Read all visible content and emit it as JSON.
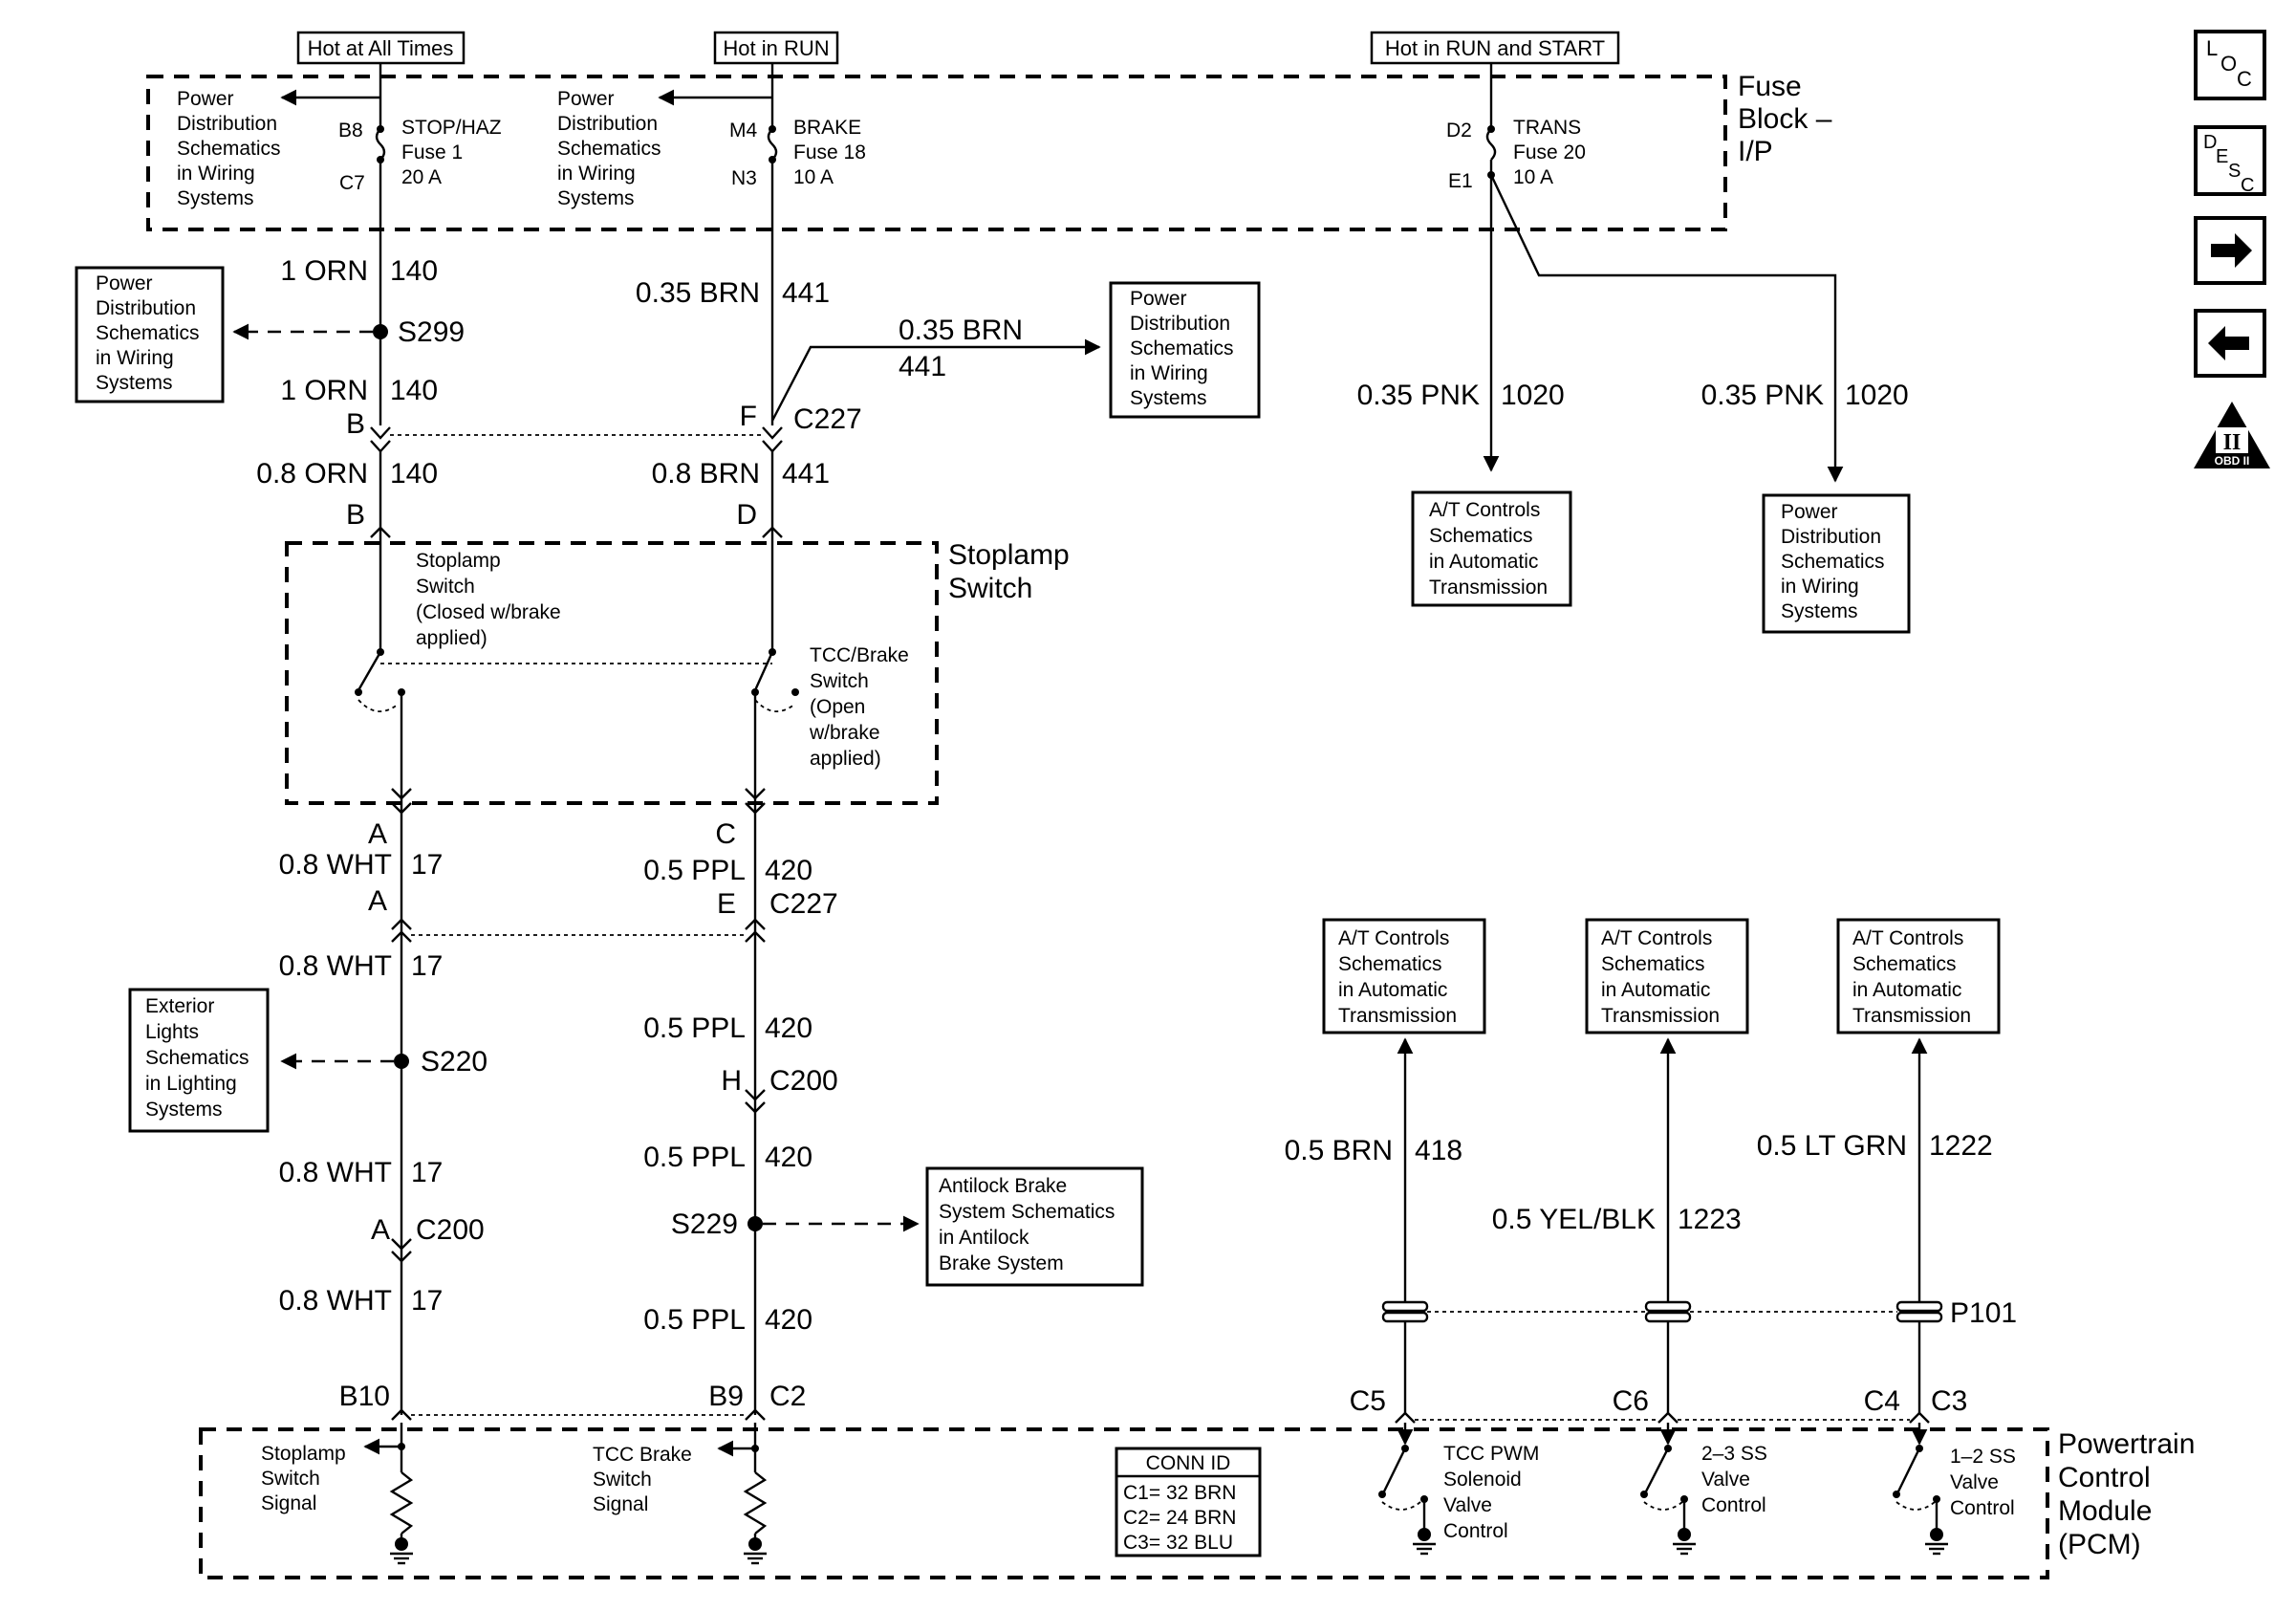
{
  "headers": {
    "hot_all": "Hot at All Times",
    "hot_run": "Hot in RUN",
    "hot_run_start": "Hot in RUN and START"
  },
  "fuse_block": {
    "l1": "Fuse",
    "l2": "Block –",
    "l3": "I/P"
  },
  "fuses": {
    "stop": {
      "top": "B8",
      "bot": "C7",
      "l1": "STOP/HAZ",
      "l2": "Fuse 1",
      "l3": "20 A"
    },
    "brake": {
      "top": "M4",
      "bot": "N3",
      "l1": "BRAKE",
      "l2": "Fuse 18",
      "l3": "10 A"
    },
    "trans": {
      "top": "D2",
      "bot": "E1",
      "l1": "TRANS",
      "l2": "Fuse 20",
      "l3": "10 A"
    }
  },
  "refs": {
    "pd_top_left": [
      "Power",
      "Distribution",
      "Schematics",
      "in Wiring",
      "Systems"
    ],
    "pd_top_mid": [
      "Power",
      "Distribution",
      "Schematics",
      "in Wiring",
      "Systems"
    ],
    "pd_s299": [
      "Power",
      "Distribution",
      "Schematics",
      "in Wiring",
      "Systems"
    ],
    "pd_c227": [
      "Power",
      "Distribution",
      "Schematics",
      "in Wiring",
      "Systems"
    ],
    "at_1020": [
      "A/T Controls",
      "Schematics",
      "in Automatic",
      "Transmission"
    ],
    "pd_1020": [
      "Power",
      "Distribution",
      "Schematics",
      "in Wiring",
      "Systems"
    ],
    "ext_lights": [
      "Exterior",
      "Lights",
      "Schematics",
      "in Lighting",
      "Systems"
    ],
    "abs": [
      "Antilock Brake",
      "System Schematics",
      "in Antilock",
      "Brake System"
    ],
    "at_418": [
      "A/T Controls",
      "Schematics",
      "in Automatic",
      "Transmission"
    ],
    "at_1223": [
      "A/T Controls",
      "Schematics",
      "in Automatic",
      "Transmission"
    ],
    "at_1222": [
      "A/T Controls",
      "Schematics",
      "in Automatic",
      "Transmission"
    ]
  },
  "wires": {
    "orn1": "1 ORN",
    "orn1_ckt": "140",
    "orn2": "1 ORN",
    "orn2_ckt": "140",
    "orn3": "0.8 ORN",
    "orn3_ckt": "140",
    "brn1": "0.35 BRN",
    "brn1_ckt": "441",
    "brn2": "0.35 BRN",
    "brn2_ckt": "441",
    "brn3": "0.8 BRN",
    "brn3_ckt": "441",
    "pnk1": "0.35 PNK",
    "pnk1_ckt": "1020",
    "pnk2": "0.35 PNK",
    "pnk2_ckt": "1020",
    "wht1": "0.8 WHT",
    "wht1_ckt": "17",
    "wht2": "0.8 WHT",
    "wht2_ckt": "17",
    "wht3": "0.8 WHT",
    "wht3_ckt": "17",
    "wht4": "0.8 WHT",
    "wht4_ckt": "17",
    "ppl1": "0.5 PPL",
    "ppl1_ckt": "420",
    "ppl2": "0.5 PPL",
    "ppl2_ckt": "420",
    "ppl3": "0.5 PPL",
    "ppl3_ckt": "420",
    "ppl4": "0.5 PPL",
    "ppl4_ckt": "420",
    "brn418": "0.5 BRN",
    "brn418_ckt": "418",
    "yel": "0.5 YEL/BLK",
    "yel_ckt": "1223",
    "grn": "0.5 LT GRN",
    "grn_ckt": "1222"
  },
  "splices": {
    "s299": "S299",
    "s220": "S220",
    "s229": "S229"
  },
  "connectors": {
    "c227": "C227",
    "c227b": "C227",
    "c200": "C200",
    "c200b": "C200",
    "p101": "P101",
    "pin_B1": "B",
    "pin_B2": "B",
    "pin_F": "F",
    "pin_D": "D",
    "pin_A1": "A",
    "pin_A2": "A",
    "pin_A3": "A",
    "pin_C": "C",
    "pin_E": "E",
    "pin_H": "H",
    "pin_B10": "B10",
    "pin_B9": "B9",
    "pin_C2": "C2",
    "pin_C5": "C5",
    "pin_C6": "C6",
    "pin_C4": "C4",
    "pin_C3": "C3"
  },
  "stoplamp_switch": {
    "title1": "Stoplamp",
    "title2": "Switch",
    "sw1": [
      "Stoplamp",
      "Switch",
      "(Closed w/brake",
      "applied)"
    ],
    "sw2": [
      "TCC/Brake",
      "Switch",
      "(Open",
      "w/brake",
      "applied)"
    ]
  },
  "pcm": {
    "title": [
      "Powertrain",
      "Control",
      "Module",
      "(PCM)"
    ],
    "in1": [
      "Stoplamp",
      "Switch",
      "Signal"
    ],
    "in2": [
      "TCC Brake",
      "Switch",
      "Signal"
    ],
    "out1": [
      "TCC PWM",
      "Solenoid",
      "Valve",
      "Control"
    ],
    "out2": [
      "2–3 SS",
      "Valve",
      "Control"
    ],
    "out3": [
      "1–2 SS",
      "Valve",
      "Control"
    ],
    "conn_id_title": "CONN ID",
    "conn_ids": [
      "C1= 32 BRN",
      "C2= 24 BRN",
      "C3= 32 BLU"
    ]
  },
  "nav": {
    "loc": [
      "L",
      "O",
      "C"
    ],
    "desc": [
      "D",
      "E",
      "S",
      "C"
    ],
    "obd": [
      "II",
      "OBD II"
    ]
  }
}
